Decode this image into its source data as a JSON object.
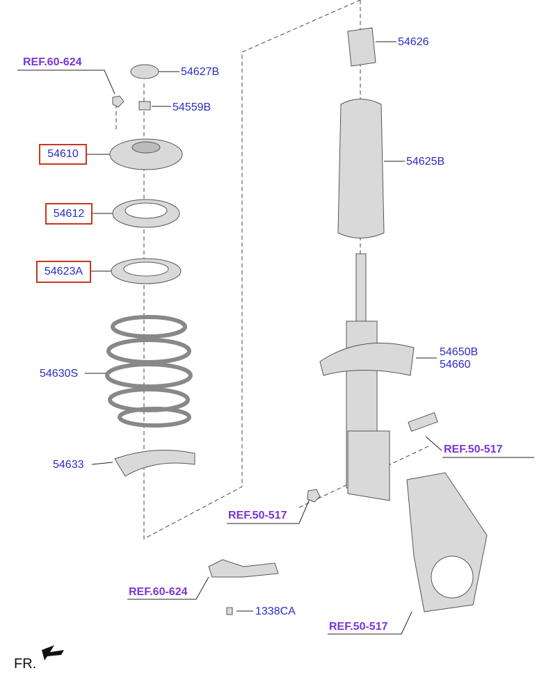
{
  "labels": {
    "ref_60_624_top": "REF.60-624",
    "p54627B": "54627B",
    "p54559B": "54559B",
    "p54610": "54610",
    "p54612": "54612",
    "p54623A": "54623A",
    "p54630S": "54630S",
    "p54633": "54633",
    "p54626": "54626",
    "p54625B": "54625B",
    "p54650B": "54650B",
    "p54660": "54660",
    "ref_50_517_right": "REF.50-517",
    "ref_50_517_mid": "REF.50-517",
    "ref_60_624_bottom": "REF.60-624",
    "p1338CA": "1338CA",
    "ref_50_517_bottom": "REF.50-517",
    "front": "FR."
  },
  "colors": {
    "part_label": "#2b2bc4",
    "ref_label": "#7a35d4",
    "highlight_box": "#c8361c"
  }
}
